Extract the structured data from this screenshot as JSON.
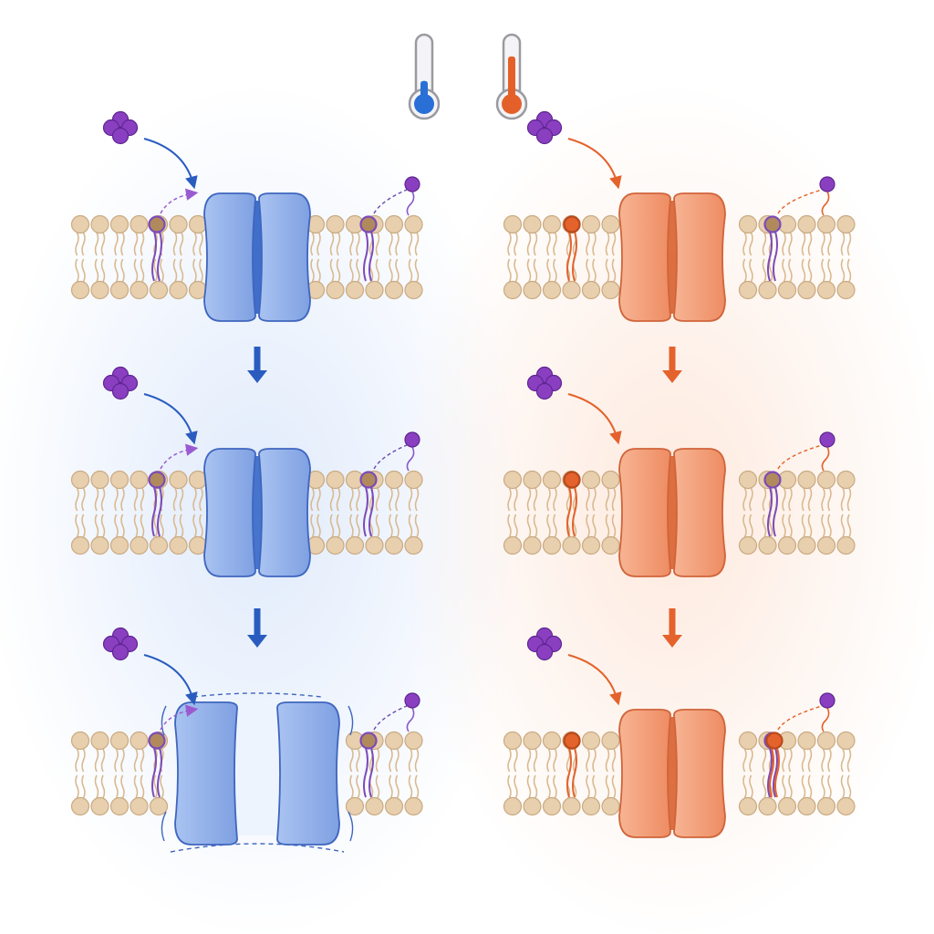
{
  "colors": {
    "background": "#ffffff",
    "lipid_head": "#e8cfae",
    "lipid_head_stroke": "#c9aa82",
    "lipid_tail": "#d9b98f",
    "cold_channel": "#8fb0ea",
    "cold_channel_dark": "#5a82d6",
    "cold_channel_stroke": "#3f66bf",
    "cold_pore": "#2c5fc4",
    "cold_arrow": "#2a5cc0",
    "cold_glow": "#dce8fb",
    "warm_channel": "#f4a27e",
    "warm_channel_dark": "#e77e55",
    "warm_channel_stroke": "#d0643a",
    "warm_pore": "#d8602f",
    "warm_arrow": "#e4622c",
    "warm_glow": "#fde7da",
    "ligand": "#8a3fc1",
    "ligand_stroke": "#5e2590",
    "probe_head": "#7c4bb8",
    "probe_head_warm": "#e4622c",
    "thermometer_glass": "#f4f4f6",
    "thermometer_stroke": "#9a9aa0",
    "thermo_cold_fill": "#2a6fd6",
    "thermo_warm_fill": "#e4602a"
  },
  "thermometers": [
    {
      "name": "cold-thermometer",
      "fill_fraction": 0.3,
      "color_key": "thermo_cold_fill"
    },
    {
      "name": "warm-thermometer",
      "fill_fraction": 0.72,
      "color_key": "thermo_warm_fill"
    }
  ],
  "columns": [
    {
      "name": "cold",
      "rows": [
        {
          "stage": 1,
          "channel_state": "closed",
          "ligand_cluster": true,
          "probe_count": 2
        },
        {
          "stage": 2,
          "channel_state": "narrow",
          "ligand_cluster": true,
          "probe_count": 2
        },
        {
          "stage": 3,
          "channel_state": "open",
          "ligand_cluster": true,
          "probe_count": 2
        }
      ]
    },
    {
      "name": "warm",
      "rows": [
        {
          "stage": 1,
          "channel_state": "closed",
          "ligand_cluster": true,
          "probe_count": 2
        },
        {
          "stage": 2,
          "channel_state": "closed",
          "ligand_cluster": true,
          "probe_count": 2
        },
        {
          "stage": 3,
          "channel_state": "closed",
          "ligand_cluster": true,
          "probe_count": 2
        }
      ]
    }
  ]
}
